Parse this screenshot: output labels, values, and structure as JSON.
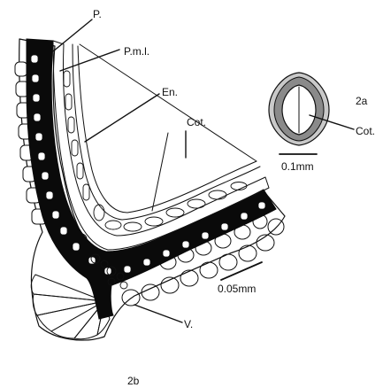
{
  "figure_a": {
    "panel_label": "2a",
    "labels": {
      "cotyledon": "Cot."
    },
    "scale_bar_label": "0.1mm"
  },
  "figure_b": {
    "panel_label": "2b",
    "labels": {
      "pericarp": "P.",
      "pml": "P.m.l.",
      "endosperm": "En.",
      "cotyledon": "Cot.",
      "vascular": "V."
    },
    "scale_bar_label": "0.05mm"
  }
}
